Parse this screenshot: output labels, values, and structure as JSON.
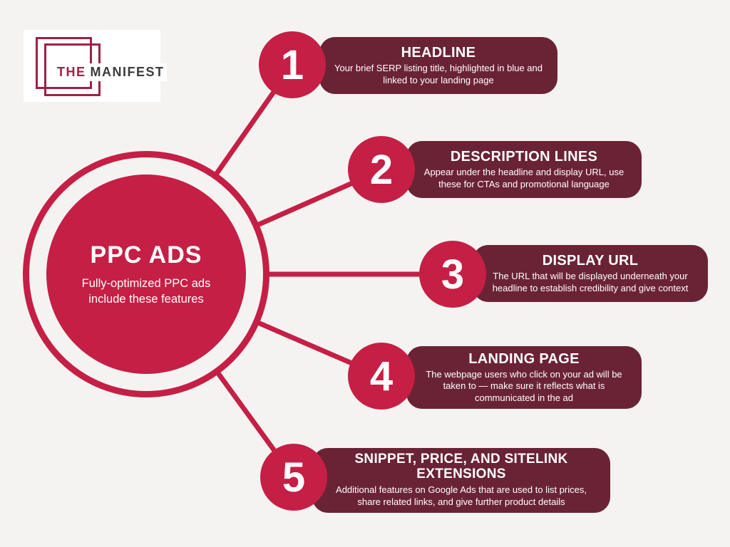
{
  "colors": {
    "background": "#F4F3F2",
    "crimson": "#C51F45",
    "dark_maroon": "#6A2335",
    "logo_crimson": "#9E2146",
    "logo_dark_gray": "#3B3B3B",
    "text_white": "#FFFFFF"
  },
  "logo": {
    "word1": "THE",
    "word2": "MANIFEST"
  },
  "center": {
    "title": "PPC ADS",
    "subtitle": "Fully-optimized PPC ads include these features"
  },
  "items": [
    {
      "number": "1",
      "title": "HEADLINE",
      "description": "Your brief SERP listing title, highlighted in blue and linked to your landing page"
    },
    {
      "number": "2",
      "title": "DESCRIPTION LINES",
      "description": "Appear under the headline and display URL, use these for CTAs and promotional language"
    },
    {
      "number": "3",
      "title": "DISPLAY URL",
      "description": "The URL that will be displayed underneath your headline to establish credibility and give context"
    },
    {
      "number": "4",
      "title": "LANDING PAGE",
      "description": "The webpage users who click on your ad will be taken to — make sure it reflects what is communicated in the ad"
    },
    {
      "number": "5",
      "title": "SNIPPET, PRICE, AND SITELINK EXTENSIONS",
      "description": "Additional features on Google Ads that are used to list prices, share related links, and give further product details"
    }
  ]
}
